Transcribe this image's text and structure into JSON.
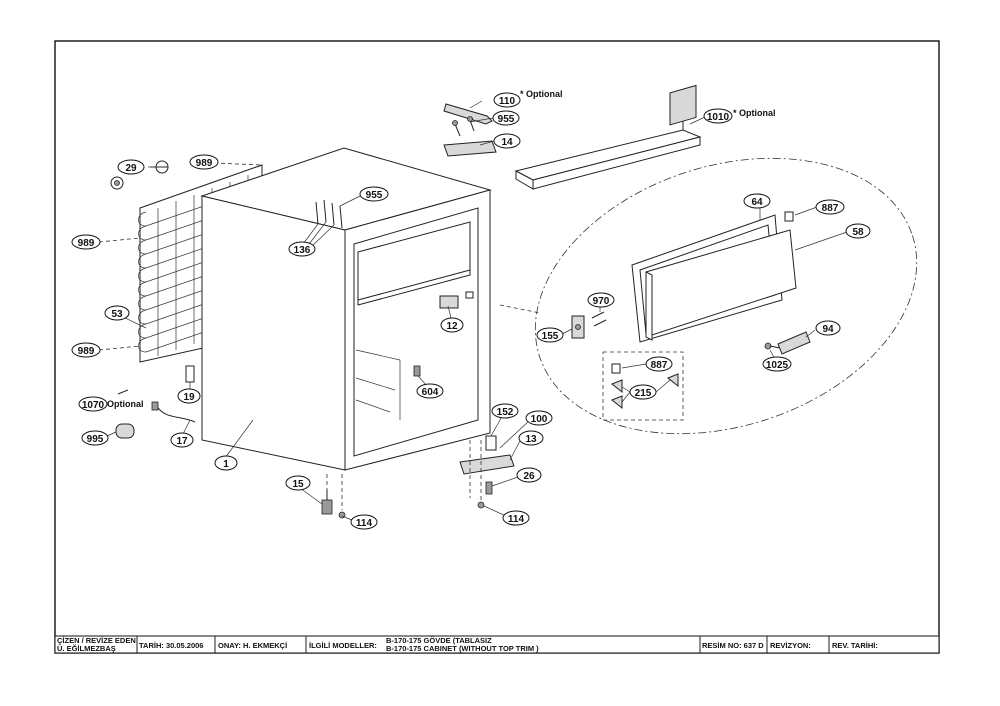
{
  "callouts": {
    "c110": "110",
    "c955a": "955",
    "c14": "14",
    "c1010": "1010",
    "c29": "29",
    "c989a": "989",
    "c955b": "955",
    "c136": "136",
    "c64": "64",
    "c887a": "887",
    "c58": "58",
    "c989b": "989",
    "c53": "53",
    "c989c": "989",
    "c970": "970",
    "c155": "155",
    "c12": "12",
    "c94": "94",
    "c1025": "1025",
    "c887b": "887",
    "c215": "215",
    "c604": "604",
    "c19": "19",
    "c1070": "1070",
    "c995": "995",
    "c17": "17",
    "c152": "152",
    "c100": "100",
    "c13": "13",
    "c26": "26",
    "c1": "1",
    "c15": "15",
    "c114a": "114",
    "c114b": "114"
  },
  "notes": {
    "optional_110": "* Optional",
    "optional_1010": "* Optional",
    "optional_1070": "Optional"
  },
  "title_block": {
    "drawn_by_label": "ÇİZEN / REVİZE EDEN",
    "drawn_by_name": "Ü. EĞİLMEZBAŞ",
    "date": "TARİH: 30.05.2006",
    "approval": "ONAY: H. EKMEKÇİ",
    "models_label": "İLGİLİ MODELLER:",
    "models_line1": "B-170-175  GÖVDE (TABLASIZ",
    "models_line2": "B-170-175 CABINET (WITHOUT TOP TRIM )",
    "drawing_no": "RESİM NO: 637 D",
    "revision": "REVİZYON:",
    "revision_date": "REV. TARİHİ:"
  }
}
